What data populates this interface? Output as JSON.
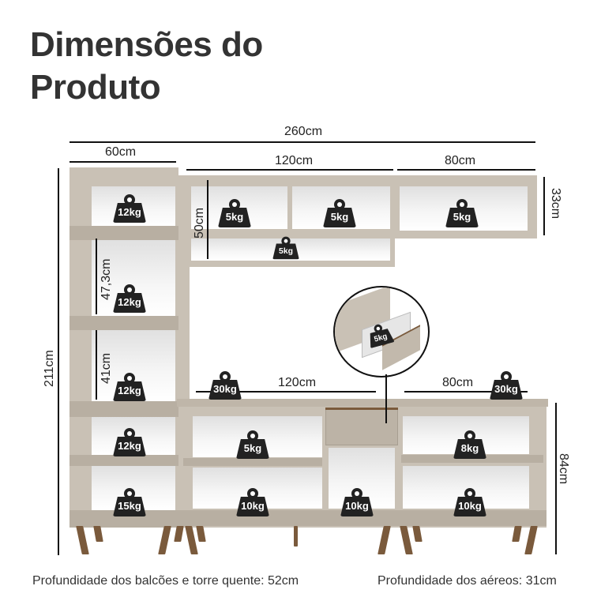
{
  "page": {
    "title_line1": "Dimensões do",
    "title_line2": "Produto"
  },
  "dimensions": {
    "total_width": "260cm",
    "tower_width": "60cm",
    "upper_middle_width": "120cm",
    "upper_right_width": "80cm",
    "upper_middle_height": "50cm",
    "upper_right_height": "33cm",
    "tower_shelf_gap_1": "47,3cm",
    "tower_shelf_gap_2": "41cm",
    "total_height": "211cm",
    "base_middle_width": "120cm",
    "base_right_width": "80cm",
    "base_height": "84cm"
  },
  "weights": {
    "tower_top": "12kg",
    "tower_mid": "12kg",
    "tower_low": "12kg",
    "tower_base_upper": "12kg",
    "tower_base_lower": "15kg",
    "upper_mid_left": "5kg",
    "upper_mid_right": "5kg",
    "upper_mid_bottom": "5kg",
    "upper_right": "5kg",
    "drawer": "5kg",
    "countertop_middle": "30kg",
    "countertop_right": "30kg",
    "base_mid_upper": "5kg",
    "base_mid_lower": "10kg",
    "base_center_lower": "10kg",
    "base_right_upper": "8kg",
    "base_right_lower": "10kg"
  },
  "footer": {
    "depth_base": "Profundidade dos balcões e torre quente: 52cm",
    "depth_upper": "Profundidade dos aéreos: 31cm"
  },
  "colors": {
    "furniture": "#c9c1b5",
    "legs": "#7a5a3c",
    "weight_icon": "#222222",
    "text": "#333333"
  }
}
